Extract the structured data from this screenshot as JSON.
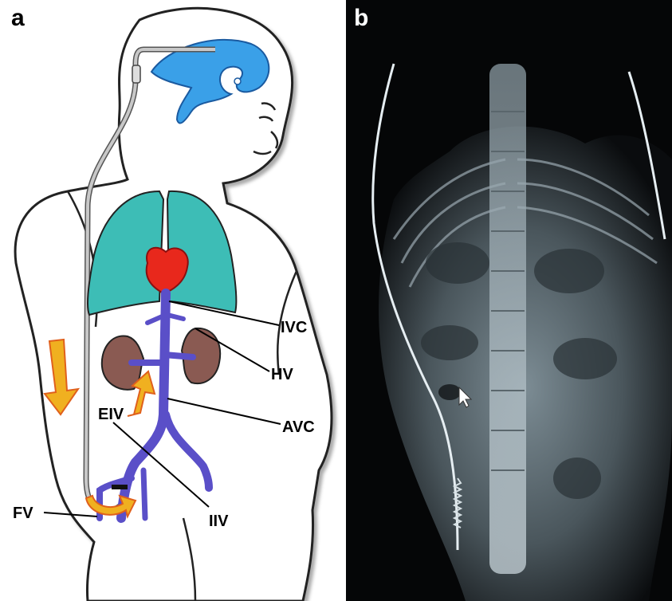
{
  "panels": {
    "a": {
      "letter": "a",
      "labels": {
        "ivc": "IVC",
        "hv": "HV",
        "eiv": "EIV",
        "avc": "AVC",
        "fv": "FV",
        "iiv": "IIV"
      }
    },
    "b": {
      "letter": "b"
    }
  },
  "colors": {
    "ventricles": "#3aa0e8",
    "lungs": "#3dbdb6",
    "heart": "#e8281c",
    "veins": "#5a4fc8",
    "kidneys": "#8a5a52",
    "arrows": "#f0b020",
    "arrow_outline": "#e0601c",
    "catheter": "#b8b8b8"
  }
}
